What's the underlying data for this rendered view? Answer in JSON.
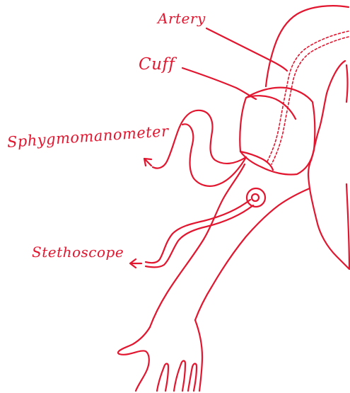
{
  "diagram": {
    "labels": {
      "artery": "Artery",
      "cuff": "Cuff",
      "sphygmomanometer": "Sphygmomanometer",
      "stethoscope": "Stethoscope"
    },
    "stroke_color": "#e2162f"
  }
}
